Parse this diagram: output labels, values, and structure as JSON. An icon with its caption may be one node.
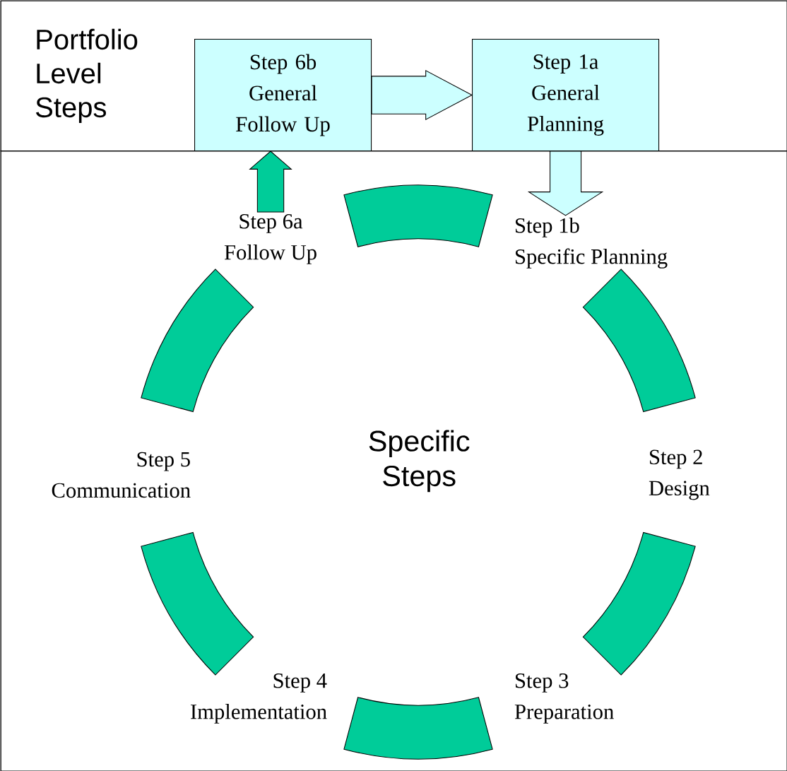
{
  "diagram": {
    "nodes": [
      {
        "text": [
          "Portfolio Level Steps"
        ]
      },
      {
        "text": [
          "Step 6b",
          "General Follow Up"
        ],
        "in": 0
      },
      {
        "text": [
          "Step 1a",
          "General Planning"
        ],
        "in": 0
      },
      {
        "text": [
          "Specific Steps"
        ]
      },
      {
        "text": [
          "Step 1b",
          "Specific Planning"
        ],
        "in": 3
      },
      {
        "text": [
          "Step 2",
          "Design"
        ],
        "in": 3
      },
      {
        "text": [
          "Step 3",
          "Preparation"
        ],
        "in": 3
      },
      {
        "text": [
          "Step 4",
          "Implementation"
        ],
        "in": 3
      },
      {
        "text": [
          "Step 5",
          "Communication"
        ],
        "in": 3
      },
      {
        "text": [
          "Step 6a",
          "Follow Up"
        ],
        "in": 3
      },
      {
        "text": [],
        "shape": "arc",
        "in": 3
      },
      {
        "text": [],
        "shape": "arc",
        "in": 3
      },
      {
        "text": [],
        "shape": "arc",
        "in": 3
      },
      {
        "text": [],
        "shape": "arc",
        "in": 3
      },
      {
        "text": [],
        "shape": "arc",
        "in": 3
      },
      {
        "text": [],
        "shape": "arc",
        "in": 3
      }
    ],
    "edges": [
      {
        "from": 1,
        "to": 2,
        "arrow": "to"
      },
      {
        "from": 2,
        "to": 4,
        "arrow": "to"
      },
      {
        "from": 9,
        "to": 1,
        "arrow": "to"
      }
    ]
  }
}
